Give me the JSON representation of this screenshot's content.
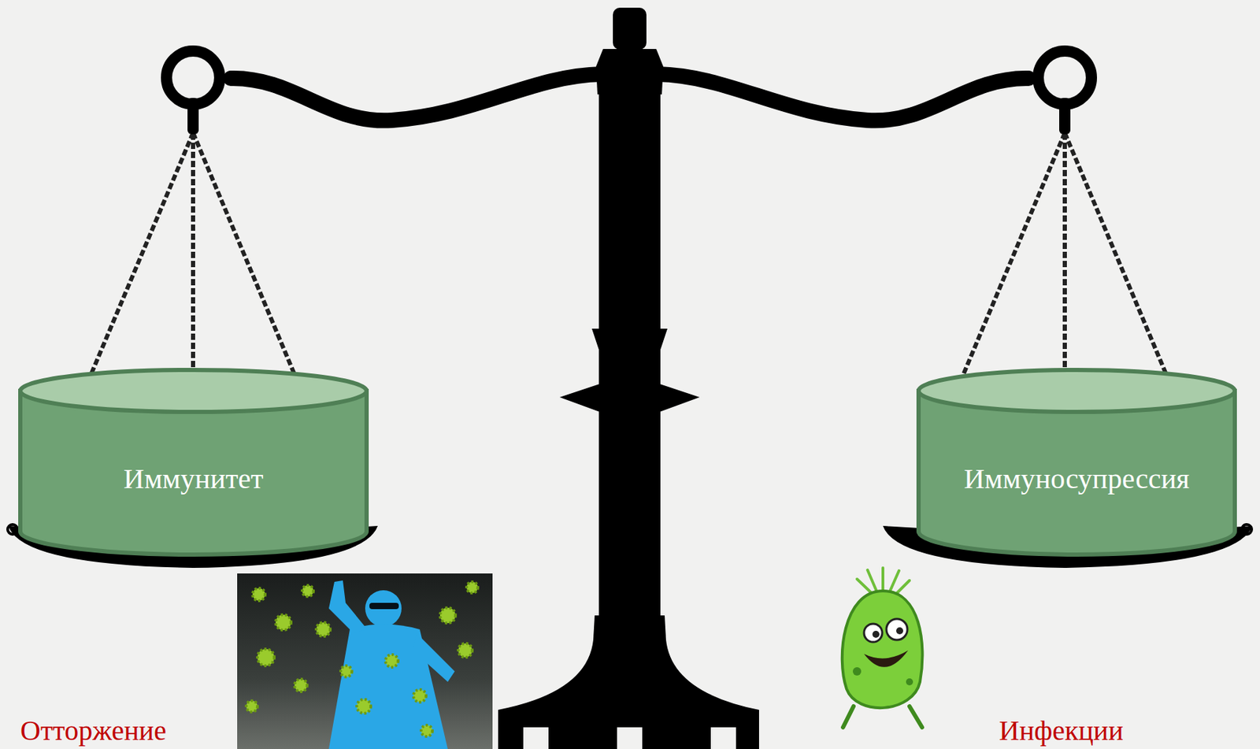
{
  "diagram": {
    "nodes": [
      {
        "text": [
          "Иммунитет"
        ]
      },
      {
        "text": [
          "Иммуносупрессия"
        ]
      }
    ],
    "labels": [
      "Отторжение",
      "Инфекции"
    ]
  }
}
